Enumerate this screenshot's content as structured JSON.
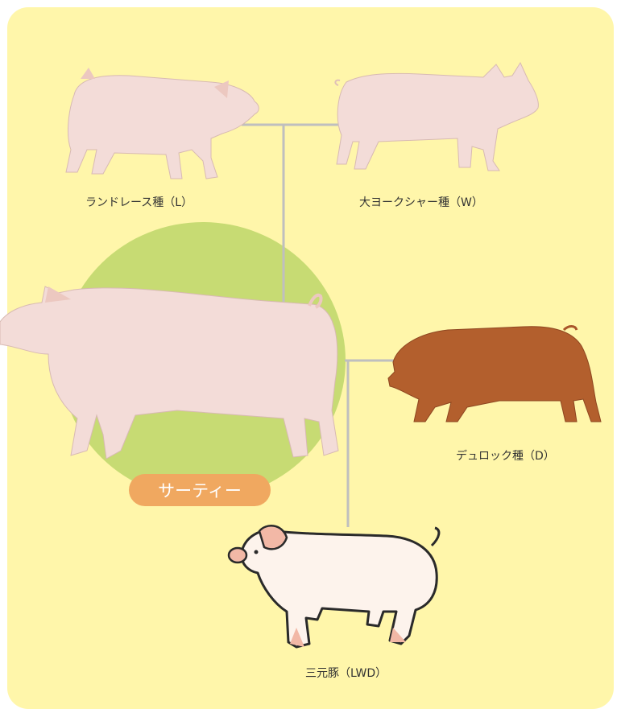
{
  "breeds": {
    "landrace": "ランドレース種（L）",
    "large_white": "大ヨークシャー種（W）",
    "duroc": "デュロック種（D）",
    "crossbreed": "三元豚（LWD）"
  },
  "highlight": {
    "badge": "サーティー"
  },
  "colors": {
    "background": "#fff6aa",
    "circle": "#c7db73",
    "badge": "#f0a860",
    "connector": "#bfbfbf",
    "pig_pink": "#f3dcd8",
    "duroc_brown": "#b35f2d"
  }
}
